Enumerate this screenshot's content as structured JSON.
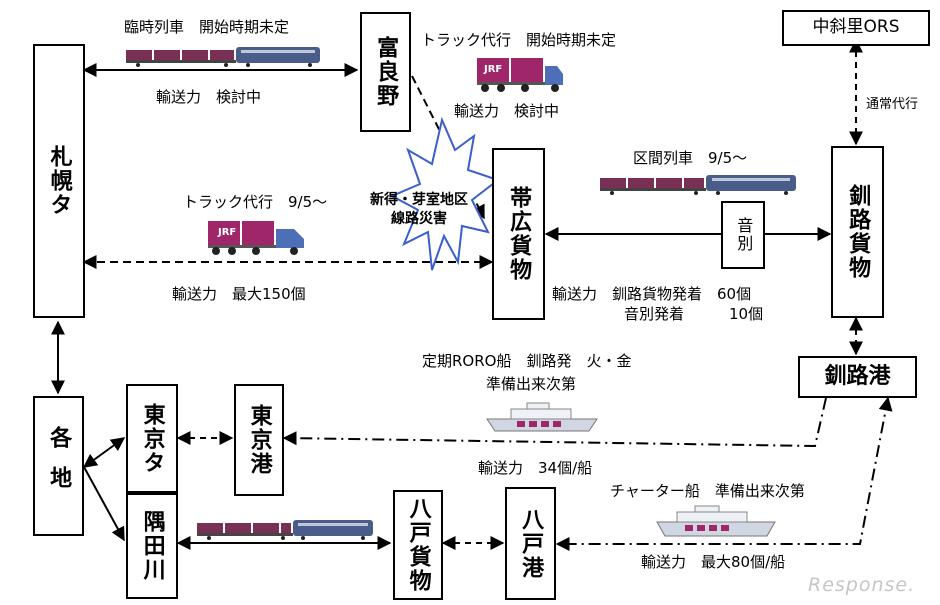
{
  "nodes": {
    "sapporo": "札幌タ",
    "furano": "富良野",
    "obihiro": "帯広貨物",
    "kushiro": "釧路貨物",
    "nakashari": "中斜里ORS",
    "kushiro_port": "釧路港",
    "onbetsu": "音別",
    "kakuchi": "各地",
    "tokyo_ta": "東京タ",
    "tokyo_port": "東京港",
    "sumidagawa": "隅田川",
    "hachinohe_kamotsu": "八戸貨物",
    "hachinohe_port": "八戸港"
  },
  "labels": {
    "temp_train": "臨時列車　開始時期未定",
    "temp_train_capacity": "輸送力　検討中",
    "truck_furano": "トラック代行　開始時期未定",
    "truck_furano_capacity": "輸送力　検討中",
    "disaster": "新得・芽室地区\n線路災害",
    "truck_obihiro": "トラック代行　9/5～",
    "truck_obihiro_capacity": "輸送力　最大150個",
    "section_train": "区間列車　9/5～",
    "section_capacity_1": "輸送力　釧路貨物発着　60個",
    "section_capacity_2": "音別発着　　　10個",
    "regular_substitute": "通常代行",
    "roro_ship": "定期RORO船　釧路発　火・金",
    "roro_ship_2": "準備出来次第",
    "roro_capacity": "輸送力　34個/船",
    "charter_ship": "チャーター船　準備出来次第",
    "charter_capacity": "輸送力　最大80個/船"
  },
  "icon_text": {
    "jrf": "JRF"
  },
  "watermark": "Response."
}
